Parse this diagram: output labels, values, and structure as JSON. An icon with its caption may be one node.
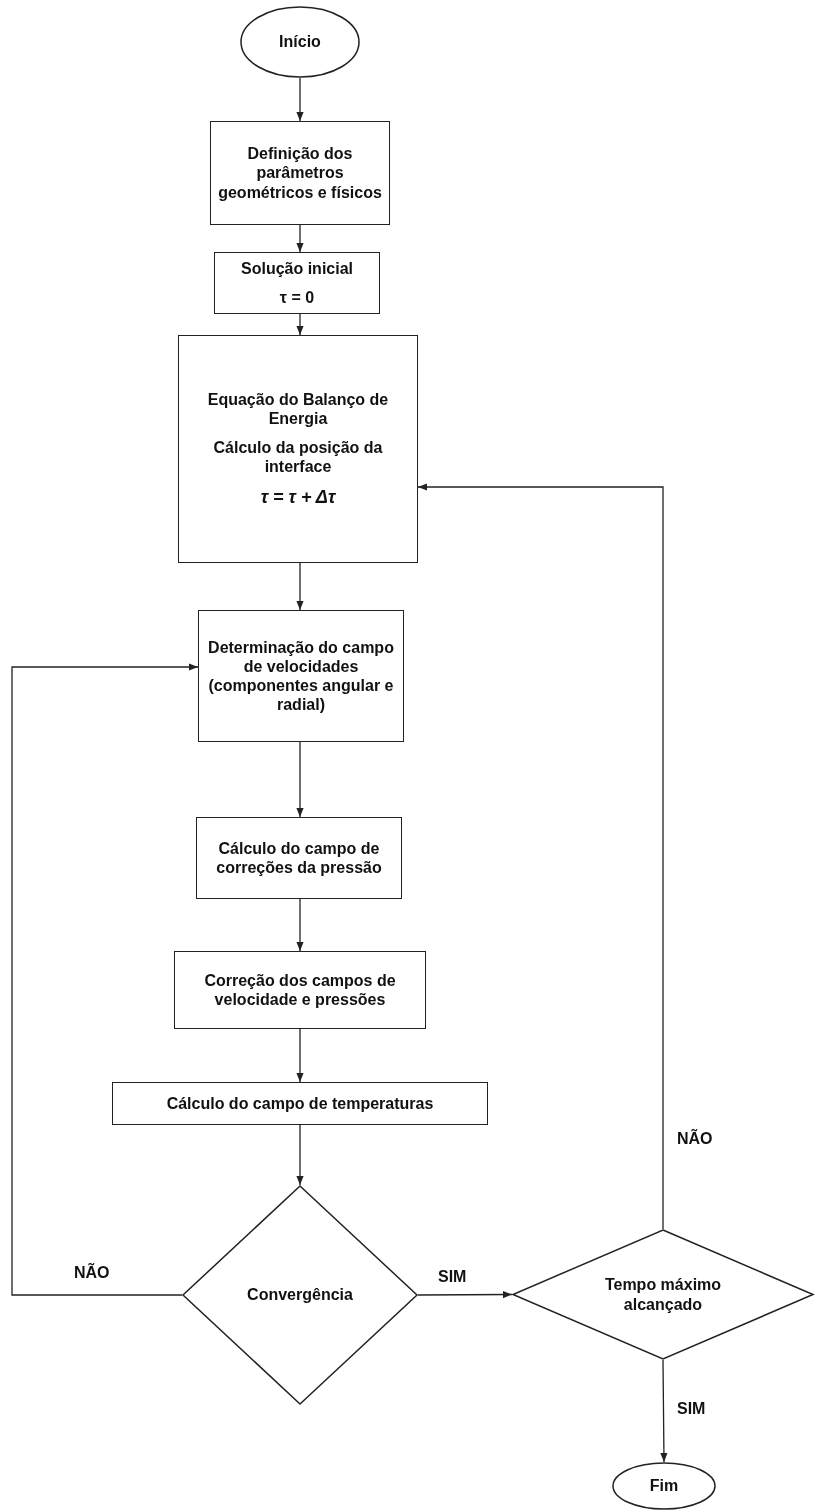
{
  "diagram": {
    "nodes": [
      {
        "text": [
          "Início"
        ]
      },
      {
        "text": [
          "Definição dos parâmetros geométricos e físicos"
        ]
      },
      {
        "text": [
          "Solução inicial",
          "τ = 0"
        ]
      },
      {
        "text": [
          "Equação do Balanço de Energia",
          "Cálculo da posição da interface",
          "τ = τ + Δτ"
        ]
      },
      {
        "text": [
          "Determinação do campo de velocidades (componentes angular e radial)"
        ]
      },
      {
        "text": [
          "Cálculo do campo de correções da pressão"
        ]
      },
      {
        "text": [
          "Correção dos campos de velocidade e pressões"
        ]
      },
      {
        "text": [
          "Cálculo do campo de temperaturas"
        ]
      },
      {
        "text": [
          "Convergência"
        ]
      },
      {
        "text": [
          "Tempo máximo alcançado"
        ]
      },
      {
        "text": [
          "Fim"
        ]
      }
    ],
    "edges": [
      {
        "from": 0,
        "to": 1,
        "arrow": "to"
      },
      {
        "from": 1,
        "to": 2,
        "arrow": "to"
      },
      {
        "from": 2,
        "to": 3,
        "arrow": "to"
      },
      {
        "from": 3,
        "to": 4,
        "arrow": "to"
      },
      {
        "from": 4,
        "to": 5,
        "arrow": "to"
      },
      {
        "from": 5,
        "to": 6,
        "arrow": "to"
      },
      {
        "from": 6,
        "to": 7,
        "arrow": "to"
      },
      {
        "from": 7,
        "to": 8,
        "arrow": "to"
      },
      {
        "from": 8,
        "to": 4,
        "arrow": "to",
        "label": "NÃO"
      },
      {
        "from": 8,
        "to": 9,
        "arrow": "to",
        "label": "SIM"
      },
      {
        "from": 9,
        "to": 3,
        "arrow": "to",
        "label": "NÃO"
      },
      {
        "from": 9,
        "to": 10,
        "arrow": "to",
        "label": "SIM"
      }
    ]
  }
}
